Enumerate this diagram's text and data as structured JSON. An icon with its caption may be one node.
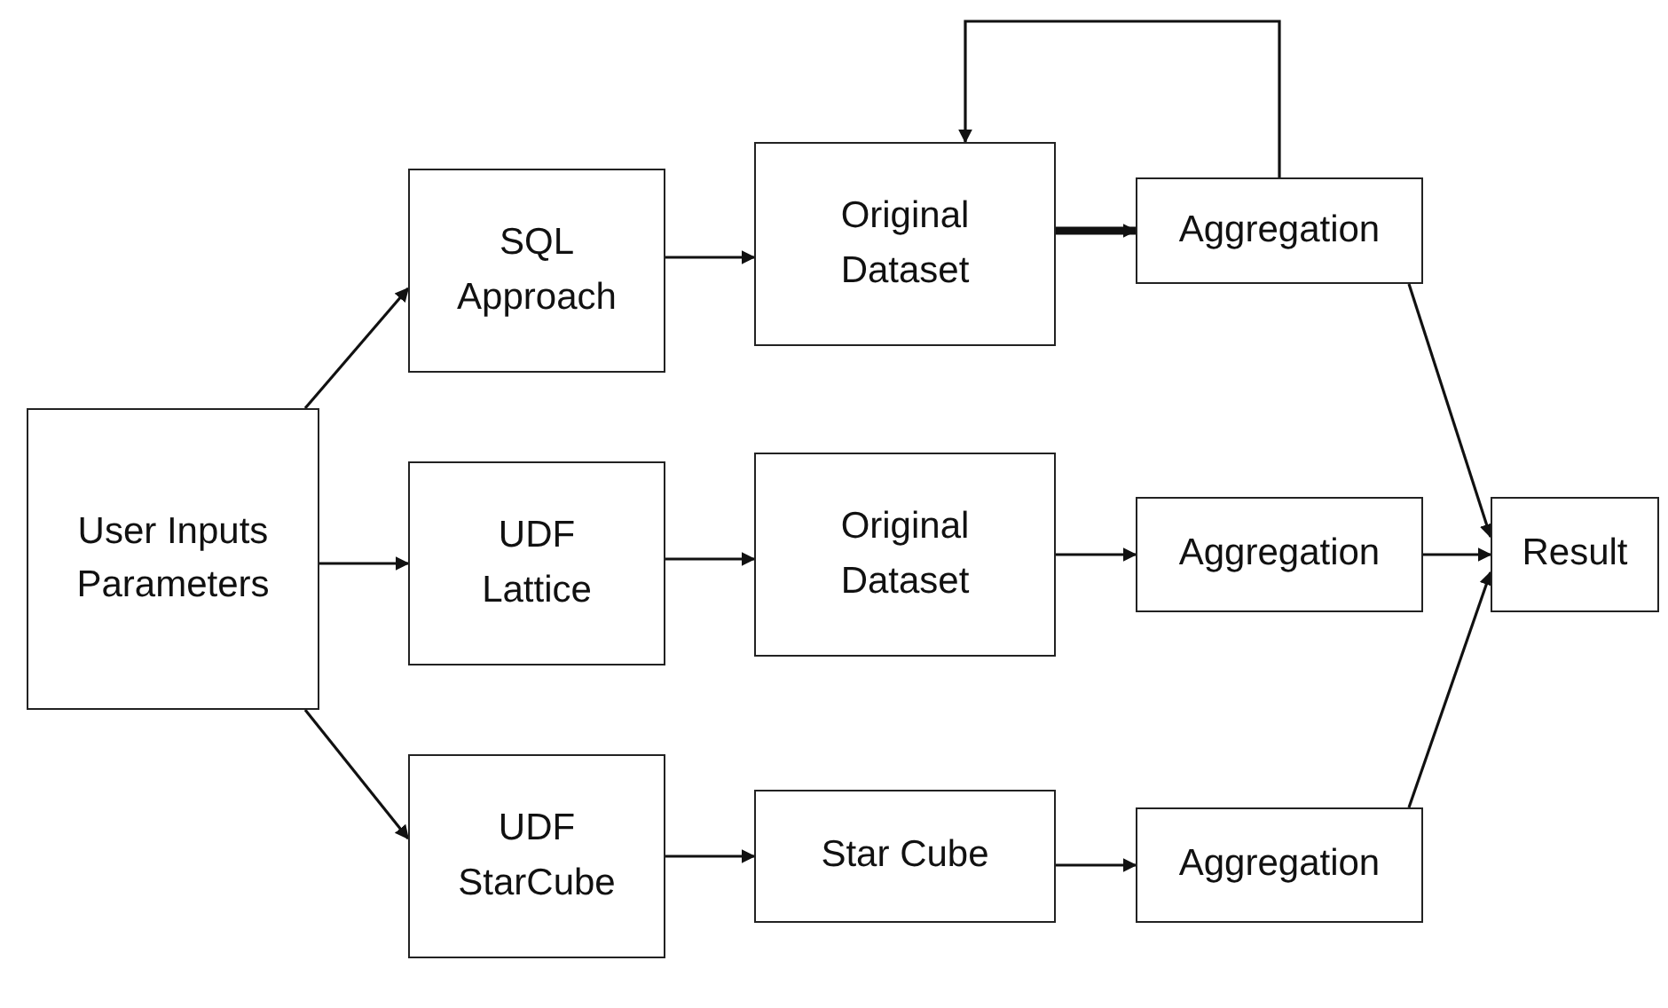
{
  "diagram": {
    "nodes": [
      {
        "text": [
          "User Inputs Parameters"
        ]
      },
      {
        "text": [
          "SQL Approach"
        ]
      },
      {
        "text": [
          "UDF Lattice"
        ]
      },
      {
        "text": [
          "UDF StarCube"
        ]
      },
      {
        "text": [
          "Original Dataset"
        ]
      },
      {
        "text": [
          "Original Dataset"
        ]
      },
      {
        "text": [
          "Star Cube"
        ]
      },
      {
        "text": [
          "Aggregation"
        ]
      },
      {
        "text": [
          "Aggregation"
        ]
      },
      {
        "text": [
          "Aggregation"
        ]
      },
      {
        "text": [
          "Result"
        ]
      }
    ],
    "edges": [
      {
        "from": 0,
        "to": 1,
        "arrow": "to"
      },
      {
        "from": 0,
        "to": 2,
        "arrow": "to"
      },
      {
        "from": 0,
        "to": 3,
        "arrow": "to"
      },
      {
        "from": 1,
        "to": 4,
        "arrow": "to"
      },
      {
        "from": 2,
        "to": 5,
        "arrow": "to"
      },
      {
        "from": 3,
        "to": 6,
        "arrow": "to"
      },
      {
        "from": 4,
        "to": 7,
        "arrow": "to",
        "style": "thick"
      },
      {
        "from": 5,
        "to": 8,
        "arrow": "to"
      },
      {
        "from": 6,
        "to": 9,
        "arrow": "to"
      },
      {
        "from": 7,
        "to": 10,
        "arrow": "to"
      },
      {
        "from": 8,
        "to": 10,
        "arrow": "to"
      },
      {
        "from": 9,
        "to": 10,
        "arrow": "to"
      },
      {
        "from": 7,
        "to": 4,
        "arrow": "to"
      }
    ]
  }
}
